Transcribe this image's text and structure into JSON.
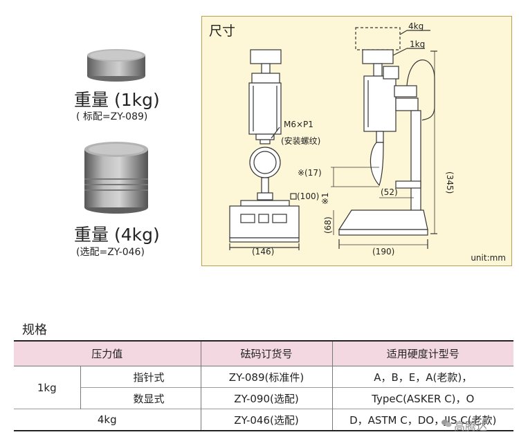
{
  "weights": [
    {
      "title": "重量 (1kg)",
      "note": "( 标配=ZY-089)"
    },
    {
      "title": "重量 (4kg)",
      "note": "(选配=ZY-046)"
    }
  ],
  "drawing": {
    "title": "尺寸",
    "unit": "unit:mm",
    "labels": {
      "thread": "M6×P1",
      "thread_note": "(安装螺纹)",
      "kg4": "4kg",
      "kg1": "1kg",
      "d17": "※(17)",
      "d1": "※1",
      "d100": "(100)",
      "d68": "(68)",
      "d146": "(146)",
      "d52": "(52)",
      "d190": "(190)",
      "d345": "(345)"
    }
  },
  "spec": {
    "title": "规格",
    "headers": [
      "压力值",
      "砝码订货号",
      "适用硬度计型号"
    ],
    "rows": {
      "kg1": "1kg",
      "analog": "指针式",
      "digital": "数显式",
      "order_analog": "ZY-089(标准件)",
      "order_digital": "ZY-090(选配)",
      "models_line1": "A，B，E，A(老款)，",
      "models_line2": "TypeC(ASKER C)，O",
      "kg4": "4kg",
      "order_4kg": "ZY-046(选配)",
      "models_4kg": "D，ASTM C，DO，JIS C(老款)"
    }
  },
  "watermark": "高腾达"
}
